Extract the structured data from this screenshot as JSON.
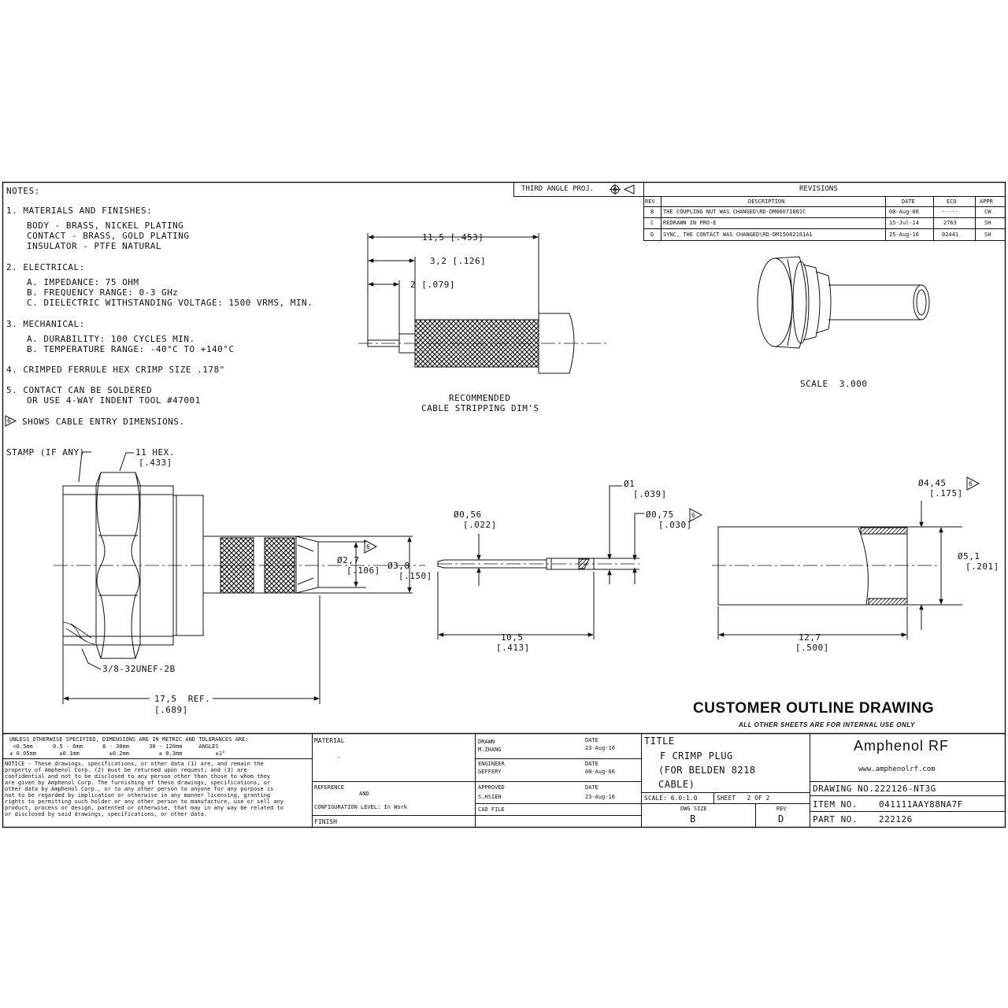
{
  "notes": {
    "heading": "NOTES:",
    "n1_title": "1. MATERIALS AND FINISHES:",
    "n1_body": "BODY - BRASS, NICKEL PLATING",
    "n1_contact": "CONTACT - BRASS, GOLD PLATING",
    "n1_insulator": "INSULATOR - PTFE NATURAL",
    "n2_title": "2. ELECTRICAL:",
    "n2_a": "A. IMPEDANCE: 75 OHM",
    "n2_b": "B. FREQUENCY RANGE: 0-3 GHz",
    "n2_c": "C. DIELECTRIC WITHSTANDING VOLTAGE: 1500 VRMS, MIN.",
    "n3_title": "3. MECHANICAL:",
    "n3_a": "A. DURABILITY: 100 CYCLES MIN.",
    "n3_b": "B. TEMPERATURE RANGE: -40°C TO +140°C",
    "n4": "4. CRIMPED FERRULE HEX CRIMP SIZE .178\"",
    "n5_a": "5. CONTACT CAN BE SOLDERED",
    "n5_b": "OR USE 4-WAY INDENT TOOL #47001",
    "n6_flag": "6",
    "n6": "SHOWS CABLE ENTRY DIMENSIONS."
  },
  "projection": "THIRD ANGLE PROJ.",
  "revisions": {
    "title": "REVISIONS",
    "headers": [
      "REV",
      "DESCRIPTION",
      "DATE",
      "ECO",
      "APPR"
    ],
    "rows": [
      [
        "B",
        "THE COUPLING NUT WAS CHANGED\\RD-DM06071801C",
        "08-Aug-06",
        "-----",
        "CW"
      ],
      [
        "C",
        "REDRAWN IN PRO-E",
        "15-Jul-14",
        "2763",
        "SH"
      ],
      [
        "D",
        "SYNC, THE CONTACT WAS CHANGED\\RD-DM15082101A1",
        "25-Aug-16",
        "02441",
        "SH"
      ]
    ]
  },
  "views": {
    "stripping": {
      "dim1": "11,5 [.453]",
      "dim2": "3,2 [.126]",
      "dim3": "2 [.079]",
      "caption1": "RECOMMENDED",
      "caption2": "CABLE STRIPPING DIM'S"
    },
    "iso_scale": "SCALE  3.000",
    "main": {
      "stamp": "STAMP (IF ANY)",
      "hex": "11 HEX.",
      "hex_in": "[.433]",
      "thread": "3/8-32UNEF-2B",
      "len": "17,5  REF.",
      "len_in": "[.689]",
      "d1": "Ø2,7",
      "d1_in": "[.106]",
      "d2": "Ø3,8",
      "d2_in": "[.150]",
      "flag": "6"
    },
    "contact": {
      "d_tip": "Ø0,56",
      "d_tip_in": "[.022]",
      "d_body": "Ø1",
      "d_body_in": "[.039]",
      "d_entry": "Ø0,75",
      "d_entry_in": "[.030]",
      "len": "10,5",
      "len_in": "[.413]",
      "flag": "6"
    },
    "ferrule": {
      "d_in": "Ø4,45",
      "d_in_in": "[.175]",
      "d_out": "Ø5,1",
      "d_out_in": "[.201]",
      "len": "12,7",
      "len_in": "[.500]",
      "flag": "6"
    }
  },
  "banner": {
    "title": "CUSTOMER OUTLINE DRAWING",
    "sub": "ALL OTHER SHEETS ARE FOR INTERNAL USE ONLY"
  },
  "title_block": {
    "tol_head": "UNLESS OTHERWISE SPECIFIED, DIMENSIONS ARE IN METRIC AND TOLERANCES ARE:",
    "tol_l1": "  <0.5mm      0.5 - 6mm      6 - 30mm      30 - 120mm     ANGLES",
    "tol_l2": " ± 0.05mm       ±0.1mm         ±0.2mm         ± 0.3mm          ±1°",
    "notice": [
      "NOTICE - These drawings, specifications, or other data (1) are, and remain the",
      "property of Amphenol Corp. (2) must be returned upon request; and (3) are",
      "confidential and not to be disclosed to any person other than those to whom they",
      "are given by Amphenol Corp. The furnishing of these drawings, specifications, or",
      "other data by Amphenol Corp., or to any other person to anyone for any purpose is",
      "not to be regarded by implication or otherwise in any manner licensing, granting",
      "rights to permitting such holder or any other person to manufacture, use or sell any",
      "product, process or design, patented or otherwise, that may in any way be related to",
      "or disclosed by said drawings, specifications, or other data."
    ],
    "material_label": "MATERIAL",
    "material_value": "-",
    "reference_label": "REFERENCE",
    "and_label": "AND",
    "config_label": "CONFIGURATION LEVEL: In Work",
    "finish_label": "FINISH",
    "drawn_label": "DRAWN",
    "drawn_name": "M.ZHANG",
    "drawn_date_label": "DATE",
    "drawn_date": "23-Aug-16",
    "engineer_label": "ENGINEER",
    "engineer_name": "GEFFERY",
    "engineer_date_label": "DATE",
    "engineer_date": "08-Aug-06",
    "approved_label": "APPROVED",
    "approved_name": "S.HSIEH",
    "approved_date_label": "DATE",
    "approved_date": "23-Aug-16",
    "cad_label": "CAD FILE",
    "title_label": "TITLE",
    "title_l1": "F CRIMP PLUG",
    "title_l2": "(FOR BELDEN 8218",
    "title_l3": "CABLE)",
    "scale": "SCALE: 6.0:1.0",
    "sheet": "SHEET   2 OF 2",
    "dwg_size_label": "DWG SIZE",
    "dwg_size": "B",
    "rev_label": "REV",
    "rev": "D",
    "brand": "Amphenol RF",
    "url": "www.amphenolrf.com",
    "drawing_no": "DRAWING NO.222126-NT3G",
    "item_label": "ITEM NO.",
    "item_no": "041111AAY88NA7F",
    "part_label": "PART NO.",
    "part_no": "222126"
  }
}
